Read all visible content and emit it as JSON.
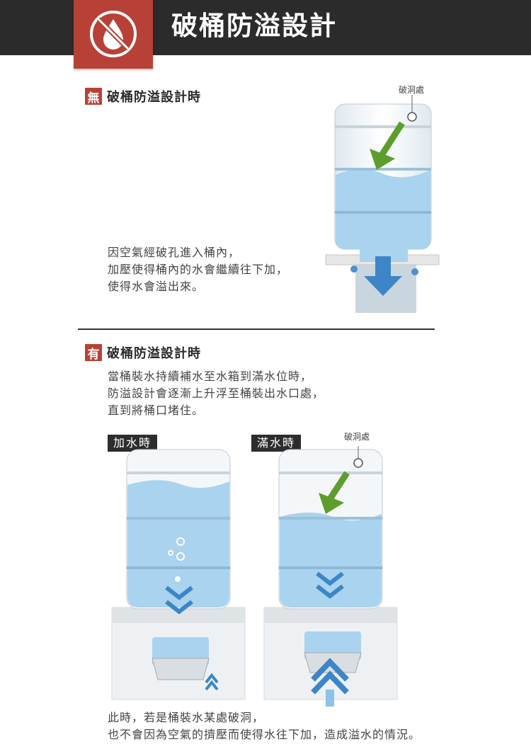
{
  "header": {
    "title": "破桶防溢設計",
    "icon": "no-water-drop-icon"
  },
  "section_without": {
    "tag": "無",
    "title": "破桶防溢設計時",
    "description": [
      "因空氣經破孔進入桶內，",
      "加壓使得桶內的水會繼續往下加，",
      "使得水會溢出來。"
    ],
    "hole_label": "破洞處"
  },
  "section_with": {
    "tag": "有",
    "title": "破桶防溢設計時",
    "description": [
      "當桶裝水持續補水至水箱到滿水位時，",
      "防溢設計會逐漸上升浮至桶裝出水口處，",
      "直到將桶口堵住。"
    ],
    "label_filling": "加水時",
    "label_full": "滿水時",
    "hole_label": "破洞處"
  },
  "footer": {
    "lines": [
      "此時，若是桶裝水某處破洞，",
      "也不會因為空氣的擠壓而使得水往下加，造成溢水的情況。"
    ]
  },
  "colors": {
    "accent": "#b84137",
    "header_bg": "#2b2b2b",
    "water": "#a9d3ee",
    "arrow_green": "#5c9d2c",
    "arrow_blue": "#3c86c8"
  }
}
